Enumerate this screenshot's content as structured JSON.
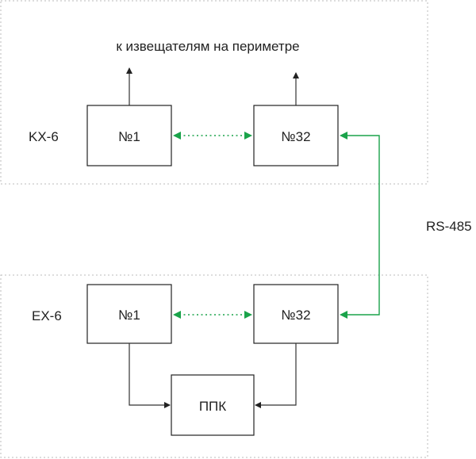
{
  "top_caption": "к извещателям на периметре",
  "kx_group": {
    "label": "KX-6",
    "first": "№1",
    "last": "№32"
  },
  "ex_group": {
    "label": "EX-6",
    "first": "№1",
    "last": "№32"
  },
  "bus_label": "RS-485",
  "ppk_label": "ППК",
  "colors": {
    "link": "#1aa34a",
    "line": "#333333",
    "zone": "#bbbbbb"
  }
}
